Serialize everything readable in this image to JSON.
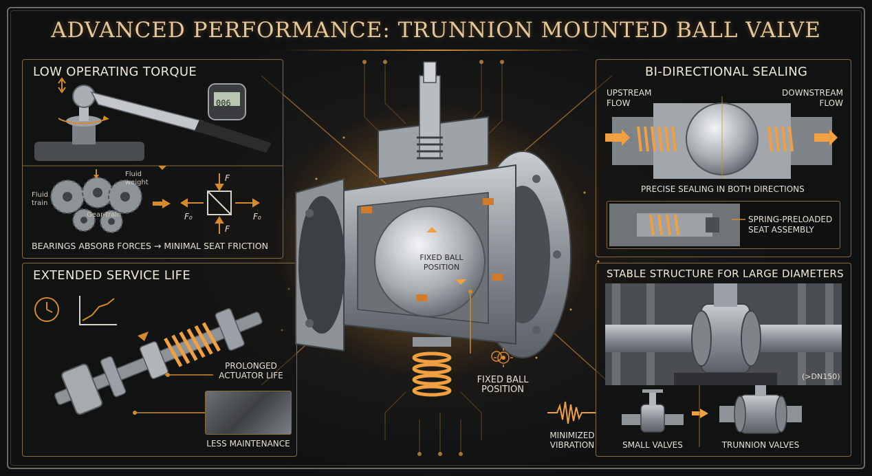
{
  "title": "ADVANCED PERFORMANCE: TRUNNION MOUNTED BALL VALVE",
  "colors": {
    "accent": "#d58a2c",
    "glow": "#f0a040",
    "metal": "#9ea3a8",
    "panel_border": "#8a6a3a",
    "text": "#e9e3d6"
  },
  "torque_panel": {
    "title": "LOW OPERATING TORQUE",
    "gauge_reading": "006",
    "label_fluid_weight": "Fluid weight",
    "label_fluid_train": "Fluid train",
    "label_gear_train": "Gear-train",
    "force_f": "F",
    "force_fo": "F₀",
    "caption": "BEARINGS ABSORB FORCES → MINIMAL SEAT FRICTION"
  },
  "life_panel": {
    "title": "EXTENDED SERVICE LIFE",
    "callout_actuator": "PROLONGED ACTUATOR LIFE",
    "callout_maintenance": "LESS MAINTENANCE"
  },
  "center": {
    "label_ball_inner": "FIXED BALL POSITION",
    "label_ball_outer": "FIXED BALL POSITION"
  },
  "sealing_panel": {
    "title": "BI-DIRECTIONAL SEALING",
    "upstream": "UPSTREAM FLOW",
    "downstream": "DOWNSTREAM FLOW",
    "caption": "PRECISE SEALING IN BOTH DIRECTIONS",
    "seat_label": "SPRING-PRELOADED SEAT ASSEMBLY"
  },
  "structure_panel": {
    "title": "STABLE STRUCTURE FOR LARGE DIAMETERS",
    "size_tag": "(>DN150)",
    "vibration": "MINIMIZED VIBRATION",
    "small_valves": "SMALL VALVES",
    "trunnion_valves": "TRUNNION VALVES"
  }
}
